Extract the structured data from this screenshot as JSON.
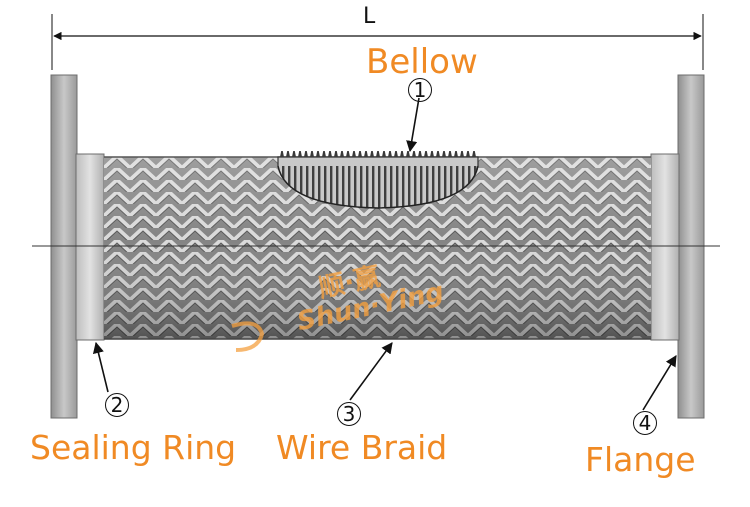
{
  "dimension": {
    "label": "L"
  },
  "labels": {
    "bellow": "Bellow",
    "sealing_ring": "Sealing Ring",
    "wire_braid": "Wire Braid",
    "flange": "Flange"
  },
  "markers": {
    "m1": "1",
    "m2": "2",
    "m3": "3",
    "m4": "4"
  },
  "watermark": {
    "cn": "顺·赢",
    "en": "Shun·Ying"
  },
  "colors": {
    "label": "#f08a24",
    "flange": "#a9a9a9",
    "braid": "#8d8d8d",
    "watermark": "#f4a040"
  }
}
